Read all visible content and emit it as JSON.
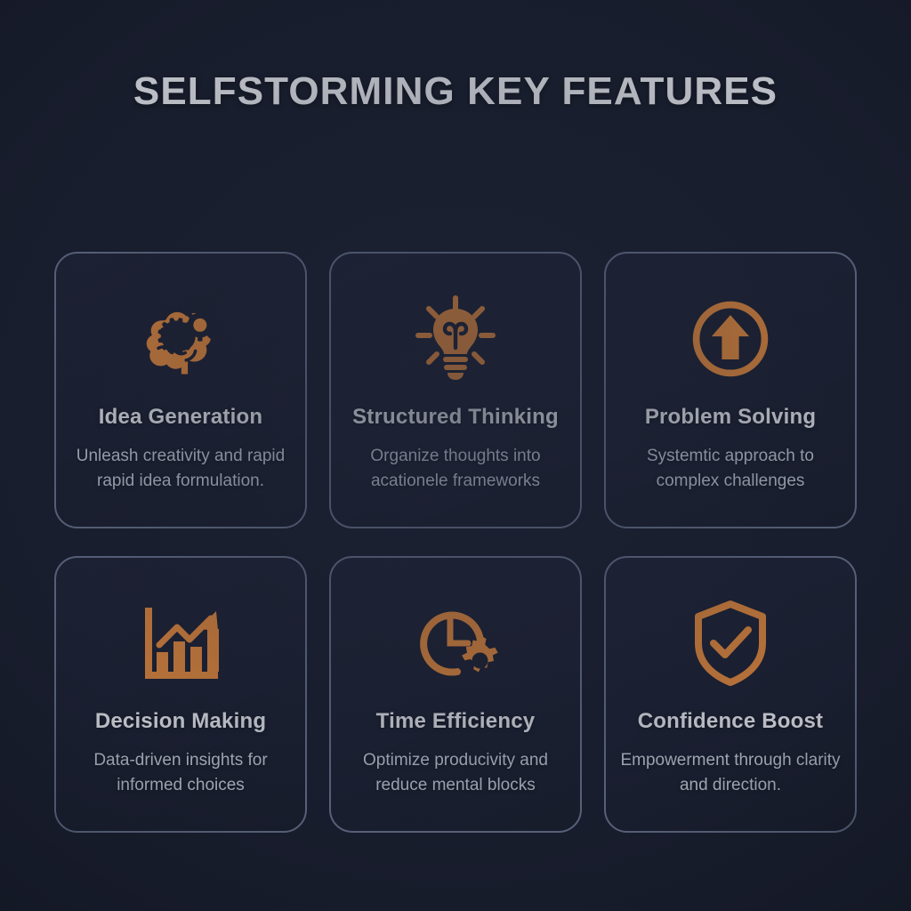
{
  "theme": {
    "background": "#191e2e",
    "card_background": "#1c2133",
    "card_border": "#6d7893",
    "accent": "#f2913e",
    "title_color": "#f4f6fa",
    "body_color": "#cdd4e2"
  },
  "header": {
    "title": "SELFSTORMING KEY FEATURES"
  },
  "features": [
    {
      "icon": "brain-gears-icon",
      "title": "Idea Generation",
      "description": "Unleash creativity and rapid rapid idea formulation."
    },
    {
      "icon": "lightbulb-icon",
      "title": "Structured Thinking",
      "description": "Organize thoughts into acationele frameworks"
    },
    {
      "icon": "circled-up-arrow-icon",
      "title": "Problem Solving",
      "description": "Systemtic approach to complex challenges"
    },
    {
      "icon": "growth-bar-chart-icon",
      "title": "Decision Making",
      "description": "Data-driven insights for informed choices"
    },
    {
      "icon": "clock-gear-icon",
      "title": "Time Efficiency",
      "description": "Optimize producivity and reduce mental blocks"
    },
    {
      "icon": "shield-check-icon",
      "title": "Confidence Boost",
      "description": "Empowerment through clarity and direction."
    }
  ]
}
